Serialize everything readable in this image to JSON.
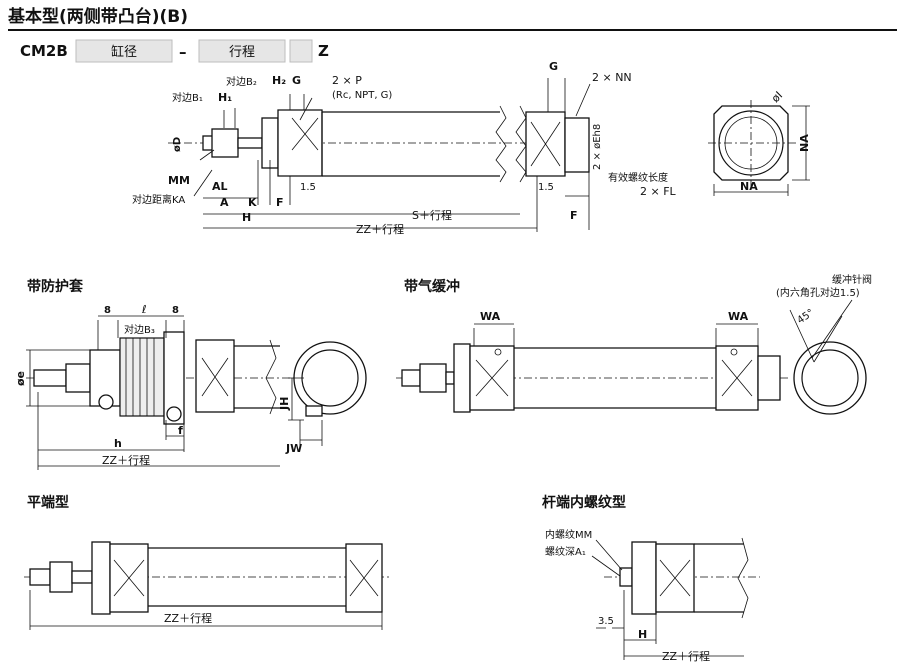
{
  "title": "基本型(两侧带凸台)(B)",
  "order_code": {
    "prefix": "CM2B",
    "box1": "缸径",
    "dash": "–",
    "box2": "行程",
    "suffix": "Z"
  },
  "main_labels": {
    "b1": "对边B₁",
    "h1": "H₁",
    "b2": "对边B₂",
    "h2": "H₂",
    "g": "G",
    "p": "2 × P",
    "p_note": "(Rc, NPT, G)",
    "d": "øD",
    "mm": "MM",
    "al": "AL",
    "ka": "对边距离KA",
    "a": "A",
    "k": "K",
    "h": "H",
    "f": "F",
    "d15": "1.5",
    "s": "S＋行程",
    "zz": "ZZ＋行程",
    "g_right": "G",
    "nn": "2 × NN",
    "eh8": "2 × øEh8",
    "d15_right": "1.5",
    "fl_note": "有效螺纹长度",
    "fl": "2 × FL",
    "f_right": "F",
    "na_h": "NA",
    "na_v": "NA",
    "oi": "øI"
  },
  "boot_section": {
    "title": "带防护套",
    "dim8a": "8",
    "ell": "ℓ",
    "dim8b": "8",
    "b3": "对边B₃",
    "oe": "øe",
    "h": "h",
    "f": "f",
    "zz": "ZZ＋行程",
    "jh": "JH",
    "jw": "JW"
  },
  "cushion_section": {
    "title": "带气缓冲",
    "wa_left": "WA",
    "wa_right": "WA",
    "valve": "缓冲针阀",
    "valve_note": "(内六角孔对边1.5)",
    "angle": "45°"
  },
  "flat_section": {
    "title": "平端型",
    "zz": "ZZ＋行程"
  },
  "female_section": {
    "title": "杆端内螺纹型",
    "mm": "内螺纹MM",
    "a1": "螺纹深A₁",
    "d35": "3.5",
    "h": "H",
    "zz": "ZZ＋行程"
  }
}
